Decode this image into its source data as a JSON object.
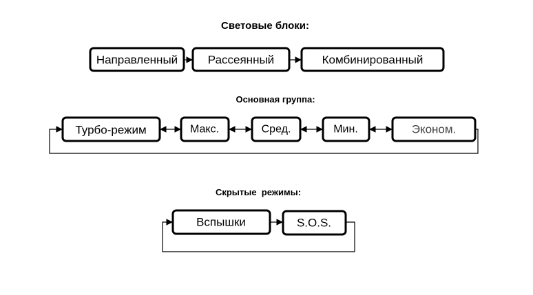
{
  "sections": {
    "light_blocks": {
      "title": "Световые блоки:",
      "nodes": [
        "Направленный",
        "Рассеянный",
        "Комбинированный"
      ]
    },
    "main_group": {
      "title": "Основная группа:",
      "nodes": [
        "Турбо-режим",
        "Макс.",
        "Сред.",
        "Мин.",
        "Эконом."
      ]
    },
    "hidden_modes": {
      "title": "Скрытые  режимы:",
      "nodes": [
        "Вспышки",
        "S.O.S."
      ]
    }
  }
}
